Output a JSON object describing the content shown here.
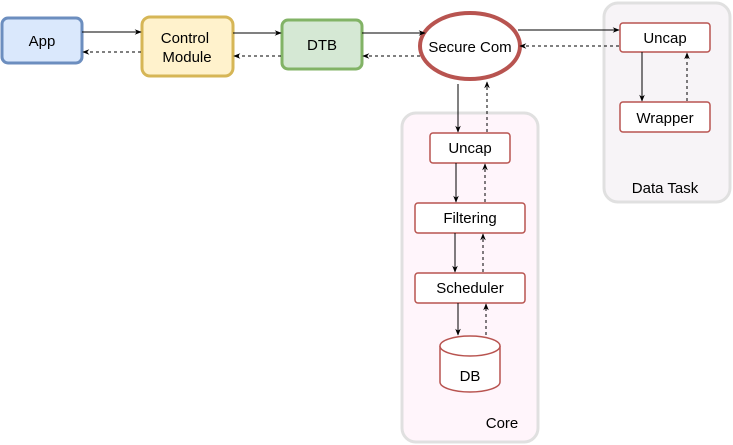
{
  "nodes": {
    "app": {
      "label": "App",
      "fill": "#dae8fc",
      "stroke": "#6c8ebf"
    },
    "control_module": {
      "label_line1": "Control",
      "label_line2": "Module",
      "fill": "#fff2cc",
      "stroke": "#d6b656"
    },
    "dtb": {
      "label": "DTB",
      "fill": "#d5e8d4",
      "stroke": "#82b366"
    },
    "secure_com": {
      "label": "Secure Com",
      "fill": "#ffffff",
      "stroke": "#b85450"
    },
    "core_uncap": {
      "label": "Uncap",
      "stroke": "#b85450"
    },
    "filtering": {
      "label": "Filtering",
      "stroke": "#b85450"
    },
    "scheduler": {
      "label": "Scheduler",
      "stroke": "#b85450"
    },
    "db": {
      "label": "DB",
      "stroke": "#b85450"
    },
    "data_uncap": {
      "label": "Uncap",
      "stroke": "#b85450"
    },
    "wrapper": {
      "label": "Wrapper",
      "stroke": "#b85450"
    }
  },
  "groups": {
    "core": {
      "label": "Core",
      "fill": "#fff5fb",
      "stroke": "#e0e0e0"
    },
    "data_task": {
      "label": "Data Task",
      "fill": "#f7f4f7",
      "stroke": "#e0e0e0"
    }
  },
  "colors": {
    "arrow": "#000000"
  }
}
